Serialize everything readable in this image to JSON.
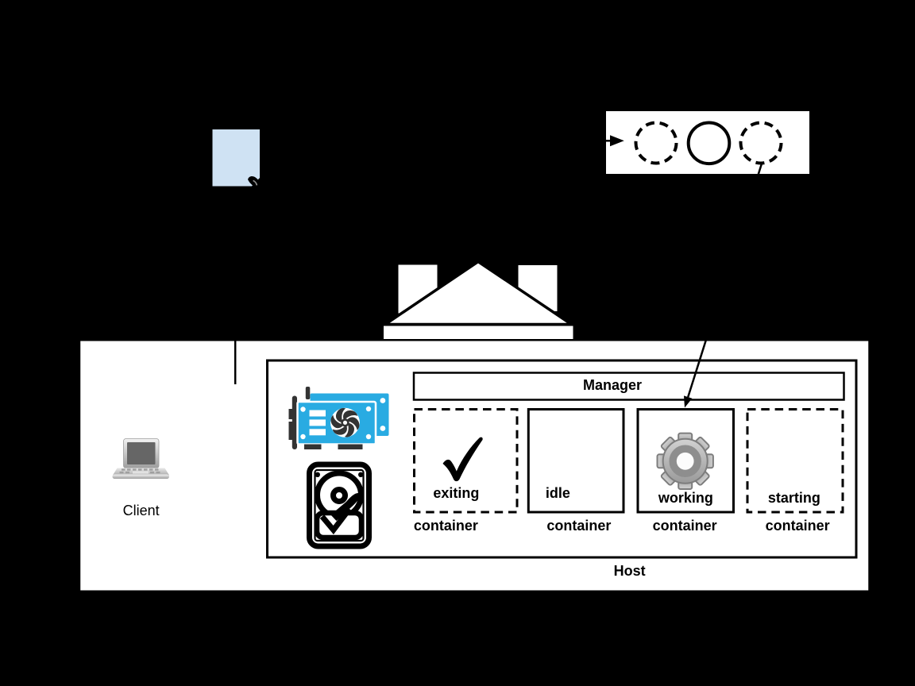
{
  "background": "#000000",
  "colors": {
    "ink": "#000000",
    "surface": "#ffffff",
    "note_fill": "#cfe2f3",
    "gpu_blue": "#29abe2",
    "icon_dark": "#333333",
    "gear_gray": "#bdbdbd"
  },
  "client": {
    "label": "Client",
    "icon": "laptop-icon"
  },
  "pool_box": {
    "icons": [
      "arrow-right-icon",
      "dashed-circle",
      "solid-circle",
      "dashed-circle"
    ]
  },
  "note": {
    "icon": "note-icon"
  },
  "building": {
    "icon": "building-pediment-icon"
  },
  "host": {
    "label": "Host",
    "manager": {
      "label": "Manager"
    },
    "resources": {
      "icons": [
        "gpu-icon",
        "hard-disk-icon"
      ]
    },
    "containers": [
      {
        "state": "exiting",
        "noun": "container",
        "border": "dashed",
        "icon": "check-mark-icon"
      },
      {
        "state": "idle",
        "noun": "container",
        "border": "solid",
        "icon": ""
      },
      {
        "state": "working",
        "noun": "container",
        "border": "solid",
        "icon": "gear-icon"
      },
      {
        "state": "starting",
        "noun": "container",
        "border": "dashed",
        "icon": ""
      }
    ]
  }
}
